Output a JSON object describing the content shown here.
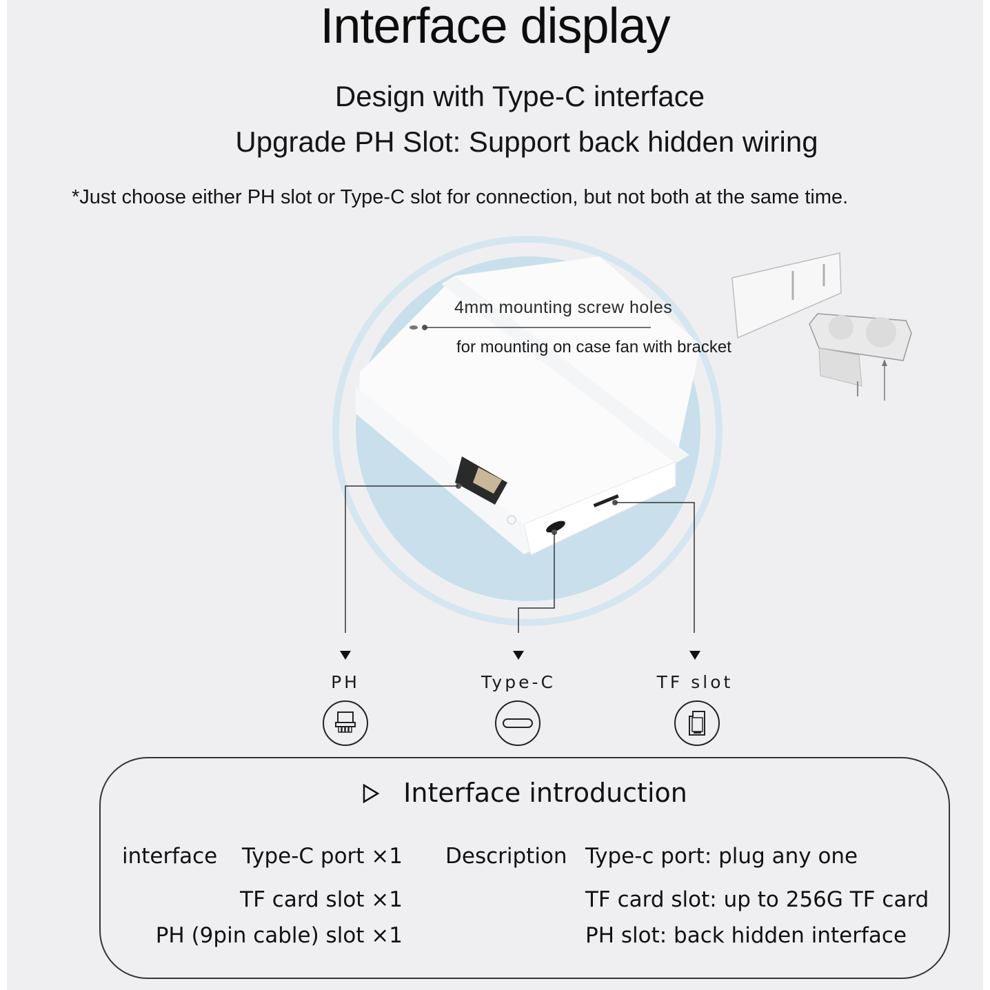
{
  "header": {
    "title": "Interface display",
    "subtitle_1": "Design with Type-C interface",
    "subtitle_2": "Upgrade PH Slot: Support back hidden wiring",
    "note": "*Just choose either PH slot or Type-C slot for connection,  but not both at the same time."
  },
  "diagram": {
    "screw_holes_label": "4mm mounting screw holes",
    "screw_holes_sublabel": "for mounting on case fan with bracket",
    "colors": {
      "background": "#efeff1",
      "circle_fill": "#c9dfec",
      "circle_ring": "#d6e6f0",
      "device": "#ffffff"
    }
  },
  "ports": [
    {
      "label": "PH",
      "icon": "ph-connector-icon"
    },
    {
      "label": "Type-C",
      "icon": "usb-type-c-icon"
    },
    {
      "label": "TF slot",
      "icon": "sd-card-icon"
    }
  ],
  "intro": {
    "title": "Interface introduction",
    "interface_heading": "interface",
    "description_heading": "Description",
    "interfaces": [
      "Type-C port ×1",
      "TF card slot ×1",
      "PH (9pin cable) slot ×1"
    ],
    "descriptions": [
      "Type-c port: plug any one",
      "TF card slot: up to 256G TF card",
      "PH slot: back hidden interface"
    ]
  }
}
